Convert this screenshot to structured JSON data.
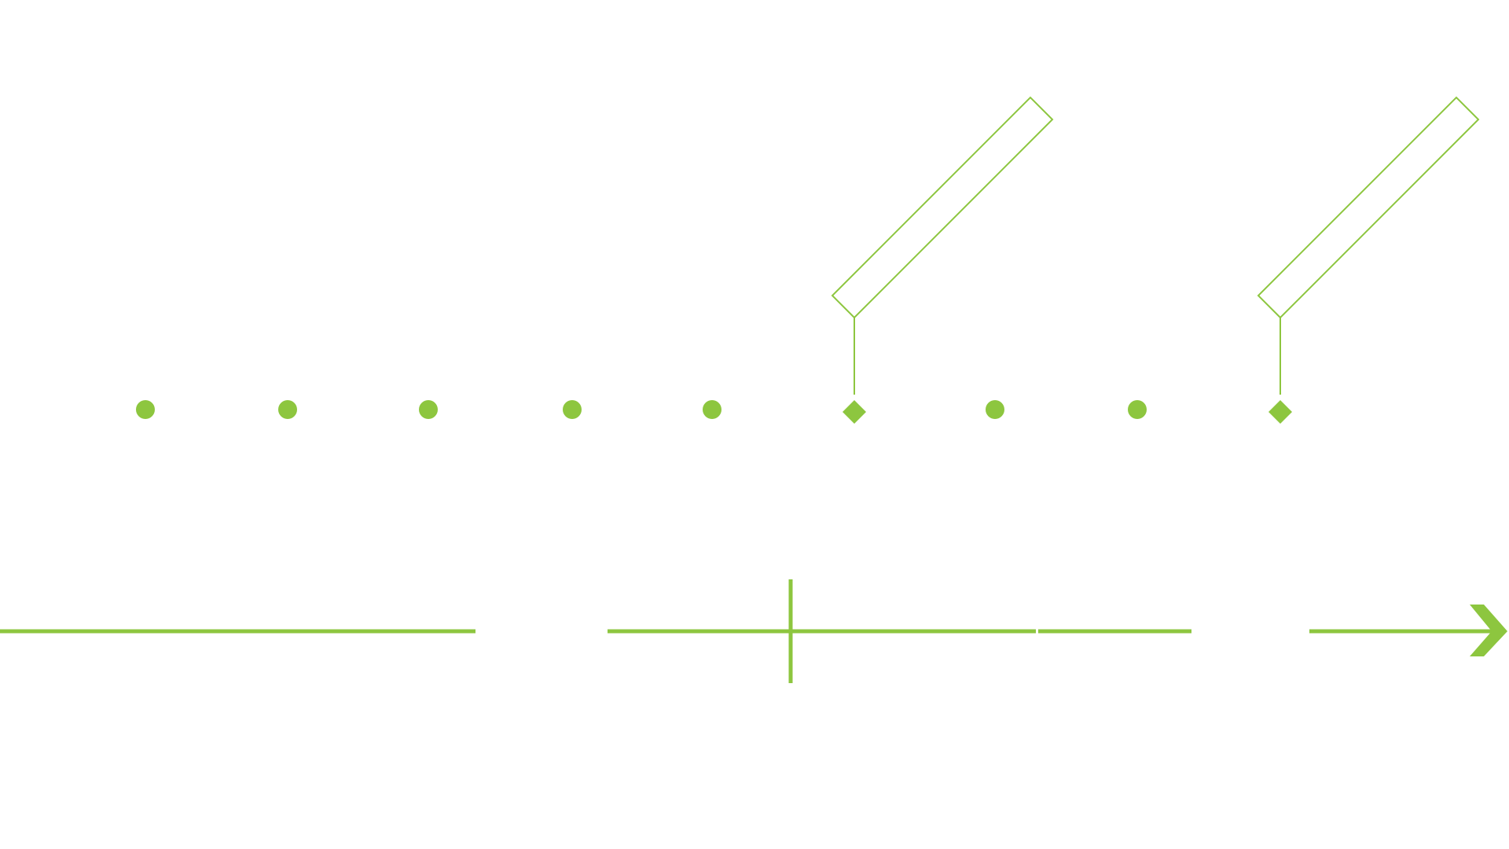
{
  "diagram": {
    "accent_color": "#8dc63f",
    "background_color": "#ffffff",
    "marker_row": {
      "markers": [
        {
          "shape": "dot"
        },
        {
          "shape": "dot"
        },
        {
          "shape": "dot"
        },
        {
          "shape": "dot"
        },
        {
          "shape": "dot"
        },
        {
          "shape": "diamond",
          "callout": "empty-angled-label-box"
        },
        {
          "shape": "dot"
        },
        {
          "shape": "dot"
        },
        {
          "shape": "diamond",
          "callout": "empty-angled-label-box"
        }
      ]
    },
    "timeline_row": {
      "segments": 4,
      "has_cross_tick": true,
      "end_icon": "chevron-right-icon"
    }
  }
}
